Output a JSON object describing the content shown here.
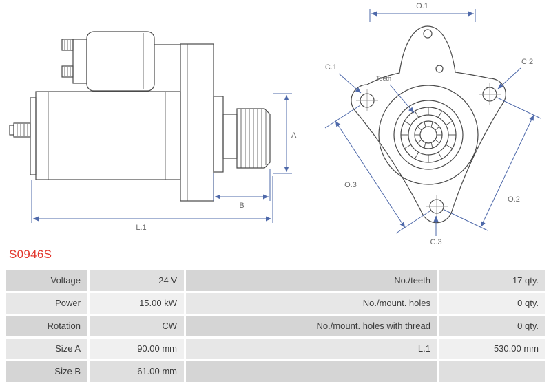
{
  "part": {
    "number": "S0946S"
  },
  "colors": {
    "part_number": "#e2352b",
    "dimension_lines": "#4e69aa",
    "drawing_lines": "#4a4a4a"
  },
  "diagram": {
    "side_view": {
      "dim_a": "A",
      "dim_b": "B",
      "dim_l1": "L.1"
    },
    "front_view": {
      "dim_o1": "O.1",
      "dim_o2": "O.2",
      "dim_o3": "O.3",
      "dim_c1": "C.1",
      "dim_c2": "C.2",
      "dim_c3": "C.3",
      "teeth_label": "Teeth"
    }
  },
  "specs": {
    "rows": [
      {
        "label": "Voltage",
        "value": "24 V",
        "label2": "No./teeth",
        "value2": "17 qty."
      },
      {
        "label": "Power",
        "value": "15.00 kW",
        "label2": "No./mount. holes",
        "value2": "0 qty."
      },
      {
        "label": "Rotation",
        "value": "CW",
        "label2": "No./mount. holes with thread",
        "value2": "0 qty."
      },
      {
        "label": "Size A",
        "value": "90.00 mm",
        "label2": "L.1",
        "value2": "530.00 mm"
      },
      {
        "label": "Size B",
        "value": "61.00 mm",
        "label2": "",
        "value2": ""
      }
    ]
  }
}
